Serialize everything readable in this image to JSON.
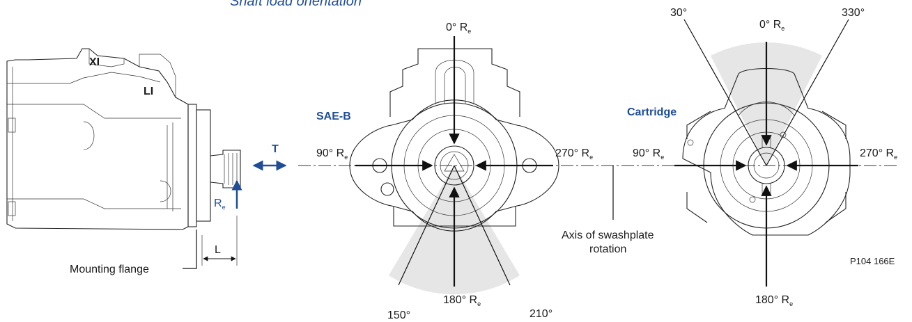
{
  "title": "Shaft load orientation",
  "left_view": {
    "label_x1": "XI",
    "label_l1": "LI",
    "force_label": "R",
    "force_sub": "e",
    "thrust_label": "T",
    "dim_label": "L",
    "flange_label": "Mounting flange"
  },
  "center_view": {
    "name": "SAE-B",
    "top": "0° R",
    "left": "90° R",
    "right": "270° R",
    "bottom": "180° R",
    "sub": "e",
    "angle_left": "150°",
    "angle_right": "210°"
  },
  "axis_label": {
    "line1": "Axis of swashplate",
    "line2": "rotation"
  },
  "right_view": {
    "name": "Cartridge",
    "top": "0° R",
    "left": "90° R",
    "right": "270° R",
    "bottom": "180° R",
    "sub": "e",
    "angle_left": "30°",
    "angle_right": "330°"
  },
  "figure_code": "P104 166E",
  "colors": {
    "accent_blue": "#1f4e97",
    "shade_gray": "#e6e6e6"
  }
}
